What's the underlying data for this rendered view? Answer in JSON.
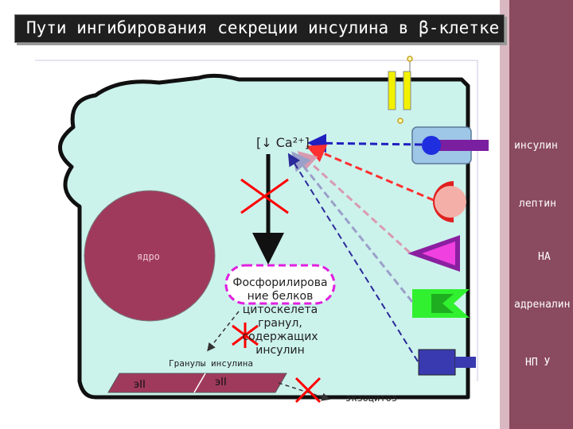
{
  "title": "Пути ингибирования секреции инсулина в β-клетке",
  "cell": {
    "calcium": "[↓ Ca²⁺]",
    "nucleus": "ядро",
    "phospho_box": [
      "Фосфорилирова",
      "ние белков",
      "цитоскелета",
      "гранул,",
      "содержащих",
      "инсулин"
    ],
    "granules_label": "Гранулы инсулина",
    "granule_left": "эII",
    "granule_right": "эII",
    "exocytosis": "экзоцитоз"
  },
  "receptors": {
    "insulin": "инсулин",
    "leptin": "лептин",
    "na": "НА",
    "adrenaline": "адреналин",
    "npy": "НП У"
  },
  "colors": {
    "cell_fill": "#ccf2ec",
    "nucleus_fill": "#a03a5c",
    "granule_fill": "#a03a5c",
    "side_band": "#8a4a5f",
    "inhibition_cross": "#ff0000",
    "insulin_arrow": "#1f1fbf",
    "leptin_arrow": "#ff3030",
    "na_arrow": "#d99ab0",
    "adrenaline_arrow": "#9aa0c8",
    "npy_arrow": "#2a2a9a",
    "phospho_border": "#e020e0"
  }
}
